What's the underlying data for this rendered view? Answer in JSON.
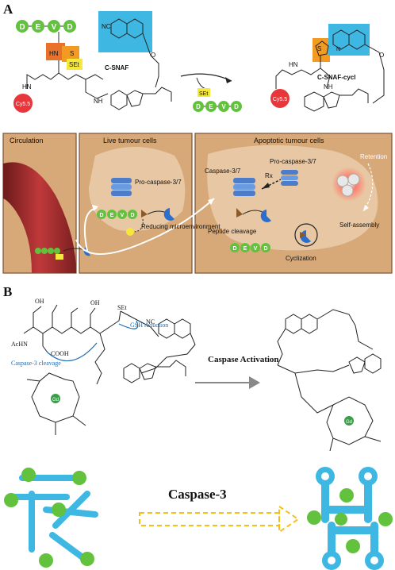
{
  "panel_a": {
    "letter": "A",
    "devd": [
      "D",
      "E",
      "V",
      "D"
    ],
    "hn_label": "HN",
    "s_label": "S",
    "set_label": "SEt",
    "nc_label": "NC",
    "cy_label": "Cy5.5",
    "hn2_label": "HN",
    "o_label": "O",
    "nh_label": "NH",
    "n_label": "N",
    "csnaf_label": "C-SNAF",
    "csnaf_cycl_label": "C-SNAF-cycl",
    "boxes": {
      "circulation": "Circulation",
      "live": "Live tumour cells",
      "apoptotic": "Apoptotic tumour cells"
    },
    "labels": {
      "procaspase_live": "Pro-caspase-3/7",
      "reducing": "Reducing microenvironment",
      "caspase37": "Caspase-3/7",
      "rx": "Rx",
      "procaspase_apop": "Pro-caspase-3/7",
      "retention": "Retention",
      "peptide_cleavage": "Peptide cleavage",
      "self_assembly": "Self-assembly",
      "cyclization": "Cyclization"
    }
  },
  "panel_b": {
    "letter": "B",
    "gsh_reduction": "GSH reduction",
    "caspase3_cleavage": "Caspase-3 cleavage",
    "caspase_activation": "Caspase Activation",
    "set_label": "SEt",
    "nc_label": "NC",
    "acnh_label": "AcHN",
    "cooh_label": "COOH",
    "oh_label": "OH",
    "gd_label": "Gd",
    "caspase3_big": "Caspase-3"
  },
  "colors": {
    "green_bead": "#62c23e",
    "cyan_luciferin": "#3fb7e3",
    "orange": "#f29a22",
    "yellow": "#f6e83a",
    "cy_red": "#e8373b",
    "box_fill": "#d7a878",
    "box_border": "#7a5232",
    "arrow_yellow": "#f5bf1a"
  }
}
